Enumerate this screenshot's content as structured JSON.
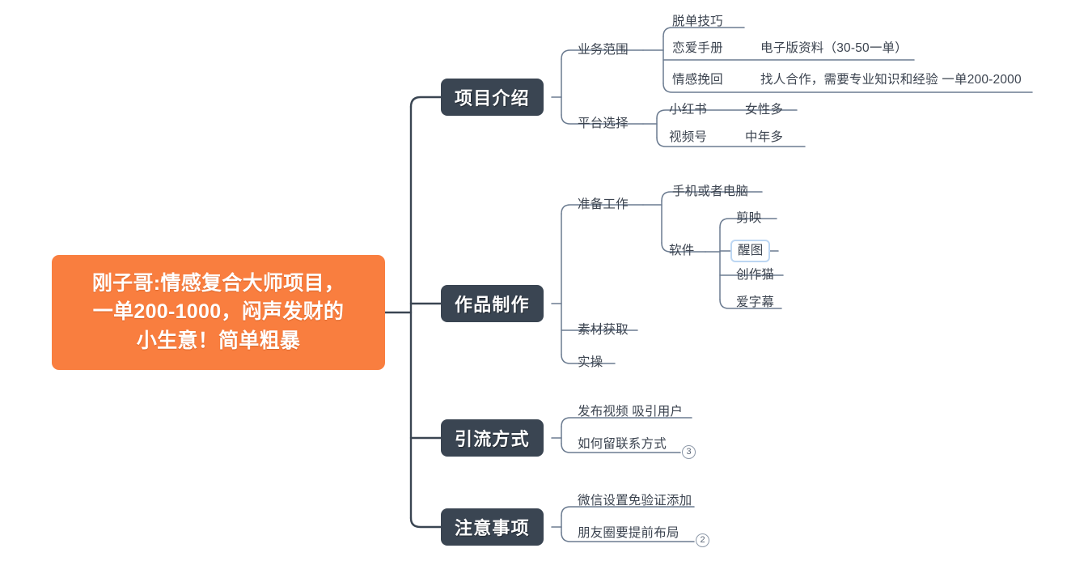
{
  "diagram": {
    "type": "mindmap",
    "background_color": "#ffffff",
    "root": {
      "text": "刚子哥:情感复合大师项目，\n一单200-1000，闷声发财的\n小生意！简单粗暴",
      "color": "#F97E3F",
      "text_color": "#ffffff"
    },
    "branch_color": "#3A4552",
    "line_color": "#3A4552",
    "sub_line_color": "#6b7b90",
    "selection_color": "#bcd6f2",
    "branches": [
      {
        "label": "项目介绍",
        "children": [
          {
            "label": "业务范围",
            "children": [
              {
                "label": "脱单技巧",
                "detail": ""
              },
              {
                "label": "恋爱手册",
                "detail": "电子版资料（30-50一单）"
              },
              {
                "label": "情感挽回",
                "detail": "找人合作，需要专业知识和经验 一单200-2000"
              }
            ]
          },
          {
            "label": "平台选择",
            "children": [
              {
                "label": "小红书",
                "detail": "女性多"
              },
              {
                "label": "视频号",
                "detail": "中年多"
              }
            ]
          }
        ]
      },
      {
        "label": "作品制作",
        "children": [
          {
            "label": "准备工作",
            "children": [
              {
                "label": "手机或者电脑",
                "detail": ""
              },
              {
                "label": "软件",
                "detail": "",
                "children": [
                  {
                    "label": "剪映",
                    "selected": false
                  },
                  {
                    "label": "醒图",
                    "selected": true
                  },
                  {
                    "label": "创作猫",
                    "selected": false
                  },
                  {
                    "label": "爱字幕",
                    "selected": false
                  }
                ]
              }
            ]
          },
          {
            "label": "素材获取",
            "children": []
          },
          {
            "label": "实操",
            "children": []
          }
        ]
      },
      {
        "label": "引流方式",
        "children": [
          {
            "label": "发布视频 吸引用户",
            "badge": ""
          },
          {
            "label": "如何留联系方式",
            "badge": "3"
          }
        ]
      },
      {
        "label": "注意事项",
        "children": [
          {
            "label": "微信设置免验证添加",
            "badge": ""
          },
          {
            "label": "朋友圈要提前布局",
            "badge": "2"
          }
        ]
      }
    ]
  },
  "labels": {
    "b0": "项目介绍",
    "b1": "作品制作",
    "b2": "引流方式",
    "b3": "注意事项",
    "n_yewu": "业务范围",
    "n_pingtai": "平台选择",
    "n_tuodan": "脱单技巧",
    "n_lianai": "恋爱手册",
    "n_lianai_d": "电子版资料（30-50一单）",
    "n_qinggan": "情感挽回",
    "n_qinggan_d": "找人合作，需要专业知识和经验 一单200-2000",
    "n_xiaohongshu": "小红书",
    "n_xiaohongshu_d": "女性多",
    "n_shipinhao": "视频号",
    "n_shipinhao_d": "中年多",
    "n_zhunbei": "准备工作",
    "n_shouji": "手机或者电脑",
    "n_ruanjian": "软件",
    "n_jianying": "剪映",
    "n_xingtu": "醒图",
    "n_chuangzuomao": "创作猫",
    "n_aizimu": "爱字幕",
    "n_sucai": "素材获取",
    "n_shicao": "实操",
    "n_fabu": "发布视频 吸引用户",
    "n_ruhe": "如何留联系方式",
    "n_weixin": "微信设置免验证添加",
    "n_pengyouquan": "朋友圈要提前布局",
    "badge_yinliu": "3",
    "badge_zhuyi": "2",
    "root_text": "刚子哥:情感复合大师项目，\n一单200-1000，闷声发财的\n小生意！简单粗暴"
  }
}
